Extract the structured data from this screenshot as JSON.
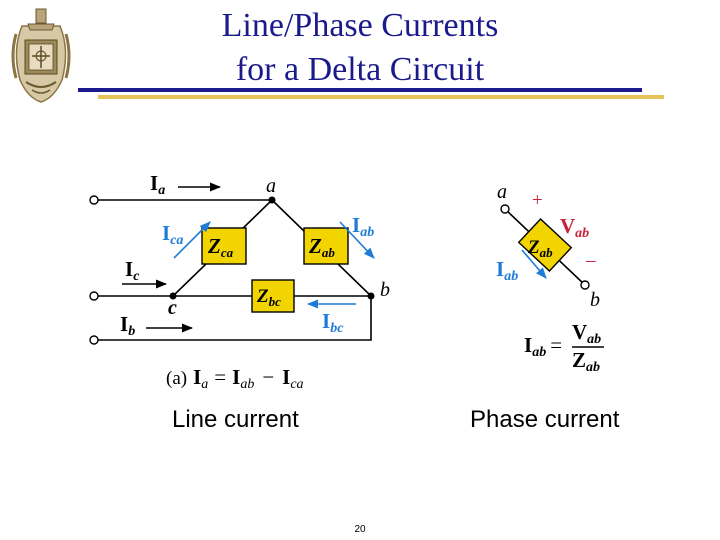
{
  "slide": {
    "title_line1": "Line/Phase Currents",
    "title_line2": "for a Delta Circuit",
    "page_number": "20",
    "logo": "naval-academy-crest-icon"
  },
  "left_diagram": {
    "caption": "Line current",
    "node_a": "a",
    "node_b": "b",
    "node_c": "c",
    "current_a": {
      "main": "I",
      "sub": "a"
    },
    "current_b": {
      "main": "I",
      "sub": "b"
    },
    "current_c": {
      "main": "I",
      "sub": "c"
    },
    "current_ca": {
      "main": "I",
      "sub": "ca"
    },
    "current_ab": {
      "main": "I",
      "sub": "ab"
    },
    "current_bc": {
      "main": "I",
      "sub": "bc"
    },
    "impedance_ca": {
      "main": "Z",
      "sub": "ca"
    },
    "impedance_ab": {
      "main": "Z",
      "sub": "ab"
    },
    "impedance_bc": {
      "main": "Z",
      "sub": "bc"
    },
    "equation": {
      "prefix": "(a)",
      "lhs_main": "I",
      "lhs_sub": "a",
      "eq": "=",
      "t1_main": "I",
      "t1_sub": "ab",
      "minus": "−",
      "t2_main": "I",
      "t2_sub": "ca"
    }
  },
  "right_diagram": {
    "caption": "Phase current",
    "node_a": "a",
    "node_b": "b",
    "plus": "+",
    "minus": "–",
    "voltage": {
      "main": "V",
      "sub": "ab"
    },
    "impedance": {
      "main": "Z",
      "sub": "ab"
    },
    "current": {
      "main": "I",
      "sub": "ab"
    },
    "equation": {
      "lhs_main": "I",
      "lhs_sub": "ab",
      "eq": "=",
      "num_main": "V",
      "num_sub": "ab",
      "den_main": "Z",
      "den_sub": "ab"
    }
  },
  "colors": {
    "title": "#1a1a8c",
    "rule_blue": "#1a1a8c",
    "rule_gold": "#e6c35a",
    "impedance_fill": "#f2d400",
    "current_arrow": "#1f7bd6",
    "node": "#000000"
  }
}
